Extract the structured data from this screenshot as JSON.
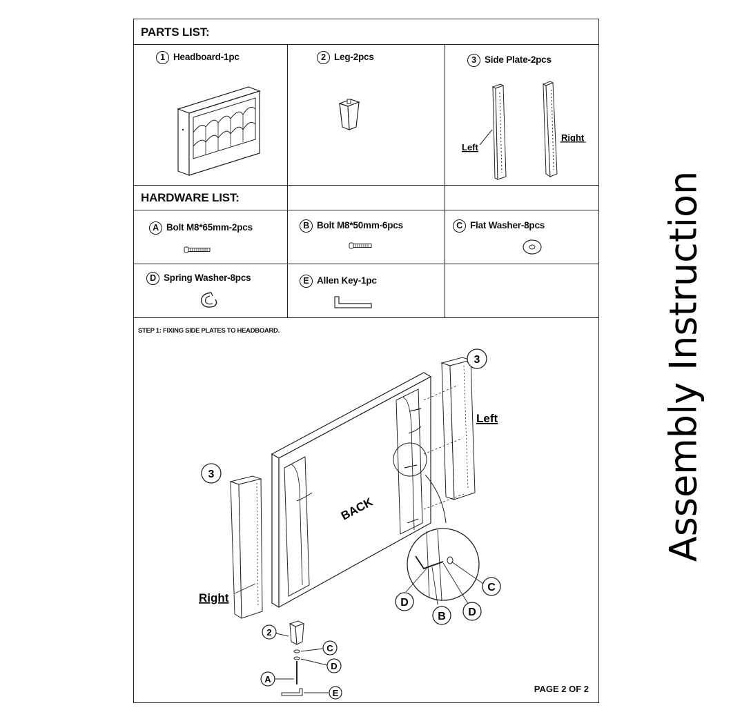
{
  "parts": {
    "heading": "PARTS LIST:",
    "items": [
      {
        "num": "1",
        "label": "Headboard-1pc"
      },
      {
        "num": "2",
        "label": "Leg-2pcs"
      },
      {
        "num": "3",
        "label": "Side Plate-2pcs"
      }
    ],
    "side_left": "Left",
    "side_right": "Right"
  },
  "hardware": {
    "heading": "HARDWARE LIST:",
    "items": [
      {
        "letter": "A",
        "label": "Bolt M8*65mm-2pcs"
      },
      {
        "letter": "B",
        "label": "Bolt M8*50mm-6pcs"
      },
      {
        "letter": "C",
        "label": "Flat Washer-8pcs"
      },
      {
        "letter": "D",
        "label": "Spring Washer-8pcs"
      },
      {
        "letter": "E",
        "label": "Allen Key-1pc"
      }
    ]
  },
  "step1": {
    "title": "STEP 1: FIXING SIDE PLATES  TO HEADBOARD.",
    "back_label": "BACK",
    "left_label": "Left",
    "right_label": "Right",
    "callouts": {
      "three": "3",
      "two": "2",
      "a": "A",
      "b": "B",
      "c": "C",
      "d": "D",
      "e": "E"
    }
  },
  "footer": {
    "page": "PAGE 2 OF 2"
  },
  "side_title": "Assembly Instruction"
}
